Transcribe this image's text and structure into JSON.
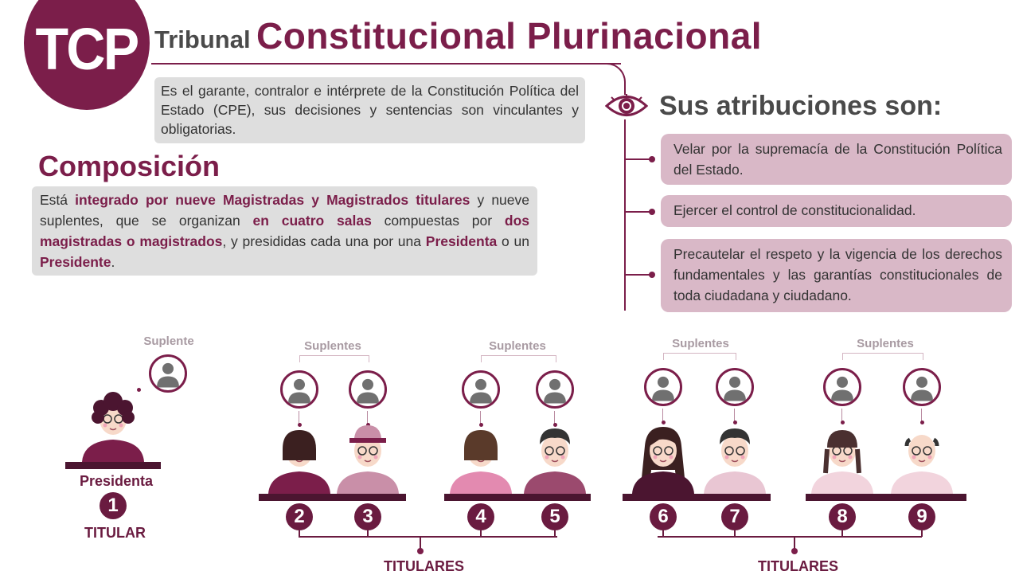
{
  "header": {
    "logo": "TCP",
    "title_prefix": "Tribunal",
    "title_main": "Constitucional Plurinacional"
  },
  "description": "Es el garante, contralor e intérprete de la Constitución Política del Estado (CPE), sus decisiones y sentencias son vinculantes y obligatorias.",
  "composition": {
    "heading": "Composición",
    "parts": [
      {
        "t": "Está ",
        "b": false
      },
      {
        "t": "integrado por nueve Magistradas y Magistrados titulares",
        "b": true
      },
      {
        "t": " y nueve suplentes, que se organizan ",
        "b": false
      },
      {
        "t": "en cuatro salas",
        "b": true
      },
      {
        "t": " compuestas por ",
        "b": false
      },
      {
        "t": "dos magistradas o magistrados",
        "b": true
      },
      {
        "t": ", y presididas cada una por una ",
        "b": false
      },
      {
        "t": "Presidenta",
        "b": true
      },
      {
        "t": " o un ",
        "b": false
      },
      {
        "t": "Presidente",
        "b": true
      },
      {
        "t": ".",
        "b": false
      }
    ]
  },
  "attributions": {
    "heading": "Sus atribuciones son:",
    "items": [
      "Velar por la supremacía de la Constitución Política del Estado.",
      "Ejercer el control de constitucionalidad.",
      "Precautelar el respeto y la vigencia de los derechos fundamentales y las garantías constitucionales de toda ciudadana y ciudadano."
    ]
  },
  "diagram": {
    "suplente_single": "Suplente",
    "suplentes": "Suplentes",
    "presidenta": "Presidenta",
    "titular": "TITULAR",
    "titulares": "TITULARES",
    "numbers": [
      "1",
      "2",
      "3",
      "4",
      "5",
      "6",
      "7",
      "8",
      "9"
    ]
  },
  "colors": {
    "brand": "#7b1e4a",
    "dark": "#4b1530",
    "pink": "#d9b8c7",
    "gray": "#dedede"
  }
}
